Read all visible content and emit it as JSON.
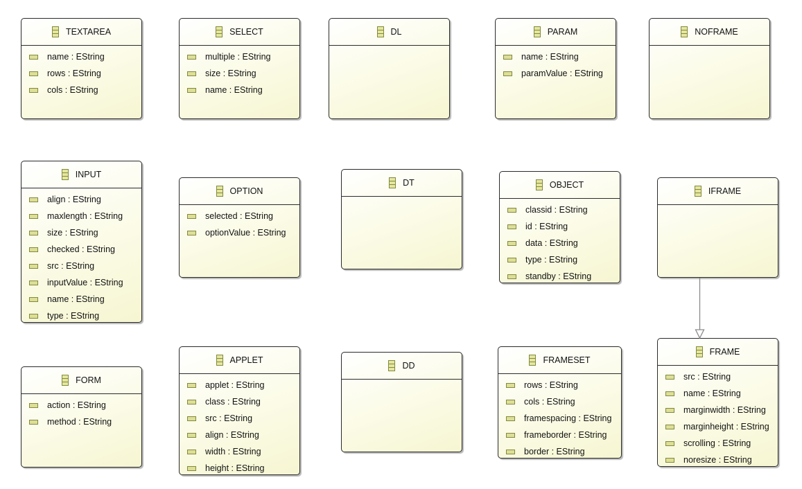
{
  "classes": {
    "textarea": {
      "name": "TEXTAREA",
      "attrs": [
        "name : EString",
        "rows : EString",
        "cols : EString"
      ]
    },
    "select": {
      "name": "SELECT",
      "attrs": [
        "multiple : EString",
        "size : EString",
        "name : EString"
      ]
    },
    "dl": {
      "name": "DL",
      "attrs": []
    },
    "param": {
      "name": "PARAM",
      "attrs": [
        "name : EString",
        "paramValue : EString"
      ]
    },
    "noframe": {
      "name": "NOFRAME",
      "attrs": []
    },
    "input": {
      "name": "INPUT",
      "attrs": [
        "align : EString",
        "maxlength : EString",
        "size : EString",
        "checked : EString",
        "src : EString",
        "inputValue : EString",
        "name : EString",
        "type : EString"
      ]
    },
    "option": {
      "name": "OPTION",
      "attrs": [
        "selected : EString",
        "optionValue : EString"
      ]
    },
    "dt": {
      "name": "DT",
      "attrs": []
    },
    "object": {
      "name": "OBJECT",
      "attrs": [
        "classid : EString",
        "id : EString",
        "data : EString",
        "type : EString",
        "standby : EString"
      ]
    },
    "iframe": {
      "name": "IFRAME",
      "attrs": []
    },
    "form": {
      "name": "FORM",
      "attrs": [
        "action : EString",
        "method : EString"
      ]
    },
    "applet": {
      "name": "APPLET",
      "attrs": [
        "applet : EString",
        "class : EString",
        "src : EString",
        "align : EString",
        "width : EString",
        "height : EString"
      ]
    },
    "dd": {
      "name": "DD",
      "attrs": []
    },
    "frameset": {
      "name": "FRAMESET",
      "attrs": [
        "rows : EString",
        "cols : EString",
        "framespacing : EString",
        "frameborder : EString",
        "border : EString"
      ]
    },
    "frame": {
      "name": "FRAME",
      "attrs": [
        "src : EString",
        "name : EString",
        "marginwidth : EString",
        "marginheight : EString",
        "scrolling : EString",
        "noresize : EString"
      ]
    }
  },
  "generalizations": [
    {
      "from": "frame",
      "to": "iframe"
    }
  ]
}
